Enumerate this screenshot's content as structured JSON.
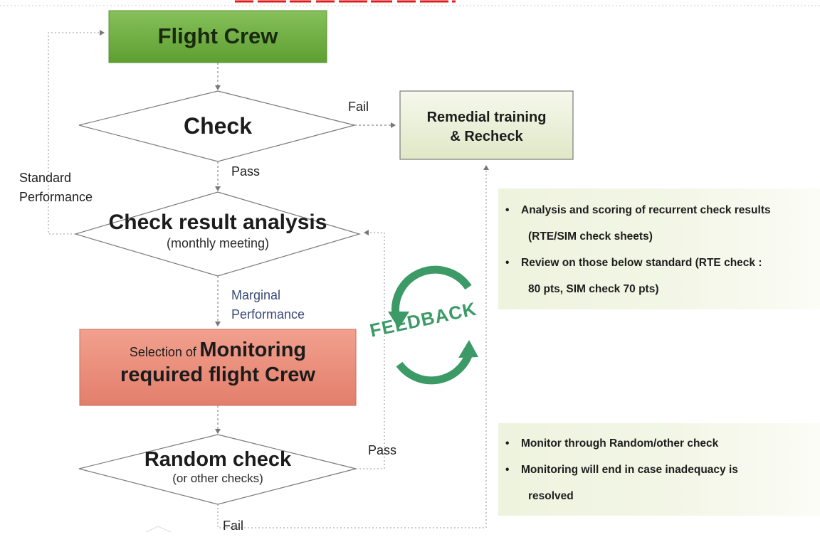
{
  "diagram": {
    "nodes": {
      "flight_crew": "Flight Crew",
      "check": "Check",
      "remedial_line1": "Remedial training",
      "remedial_line2": "& Recheck",
      "analysis_title": "Check result analysis",
      "analysis_sub": "(monthly meeting)",
      "selection_small": "Selection of",
      "selection_big1": "Monitoring",
      "selection_big2": "required flight Crew",
      "random_title": "Random check",
      "random_sub": "(or other checks)"
    },
    "edge_labels": {
      "fail_top": "Fail",
      "pass_check": "Pass",
      "standard_line1": "Standard",
      "standard_line2": "Performance",
      "marginal_line1": "Marginal",
      "marginal_line2": "Performance",
      "pass_random": "Pass",
      "fail_bottom": "Fail"
    },
    "feedback": "FEEDBACK",
    "notes_top": [
      "Analysis and scoring of recurrent check results",
      "(RTE/SIM check sheets)",
      "Review on those below standard (RTE check :",
      "80 pts, SIM check 70 pts)"
    ],
    "notes_bottom": [
      "Monitor through Random/other check",
      "Monitoring will end in case inadequacy is",
      "resolved"
    ],
    "colors": {
      "flight_crew_fill": "#6aae3c",
      "selection_fill": "#e98a78",
      "remedial_fill": "#eef3dc",
      "feedback_green": "#3c9a67",
      "title_red": "#e01b1b"
    }
  }
}
